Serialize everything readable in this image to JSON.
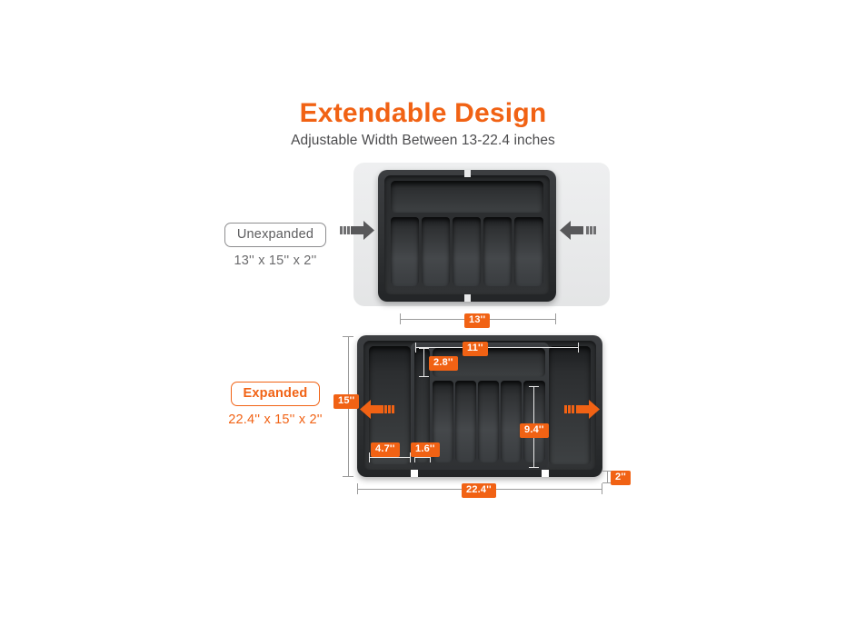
{
  "heading": {
    "title": "Extendable Design",
    "subtitle": "Adjustable Width Between 13-22.4 inches"
  },
  "colors": {
    "accent_orange": "#F16214",
    "title_orange": "#F16214",
    "subtitle_gray": "#4b4b4d",
    "pill_gray_border": "#8d8d8f",
    "tray_dark": "#303234",
    "drawer_light_gray": "#e8e9ea",
    "arrow_gray": "#58585a",
    "measure_line_white": "#e9e9e9"
  },
  "states": [
    {
      "id": "unexpanded",
      "label": "Unexpanded",
      "dimensions": "13'' x 15'' x 2''",
      "pill_style": "gray",
      "arrow_direction": "inward",
      "arrow_color": "gray",
      "width_badge": "13''",
      "compartment_count": 5
    },
    {
      "id": "expanded",
      "label": "Expanded",
      "dimensions": "22.4'' x 15'' x 2''",
      "pill_style": "orange",
      "arrow_direction": "outward",
      "arrow_color": "orange",
      "width_badge": "22.4''",
      "compartment_count": 5
    }
  ],
  "measurements": {
    "unexpanded_width": "13''",
    "expanded_width": "22.4''",
    "height": "15''",
    "depth": "2''",
    "inner_top_width": "11''",
    "top_tray_height": "2.8''",
    "slot_length": "9.4''",
    "left_wing_width": "4.7''",
    "narrow_slot_width": "1.6''"
  }
}
